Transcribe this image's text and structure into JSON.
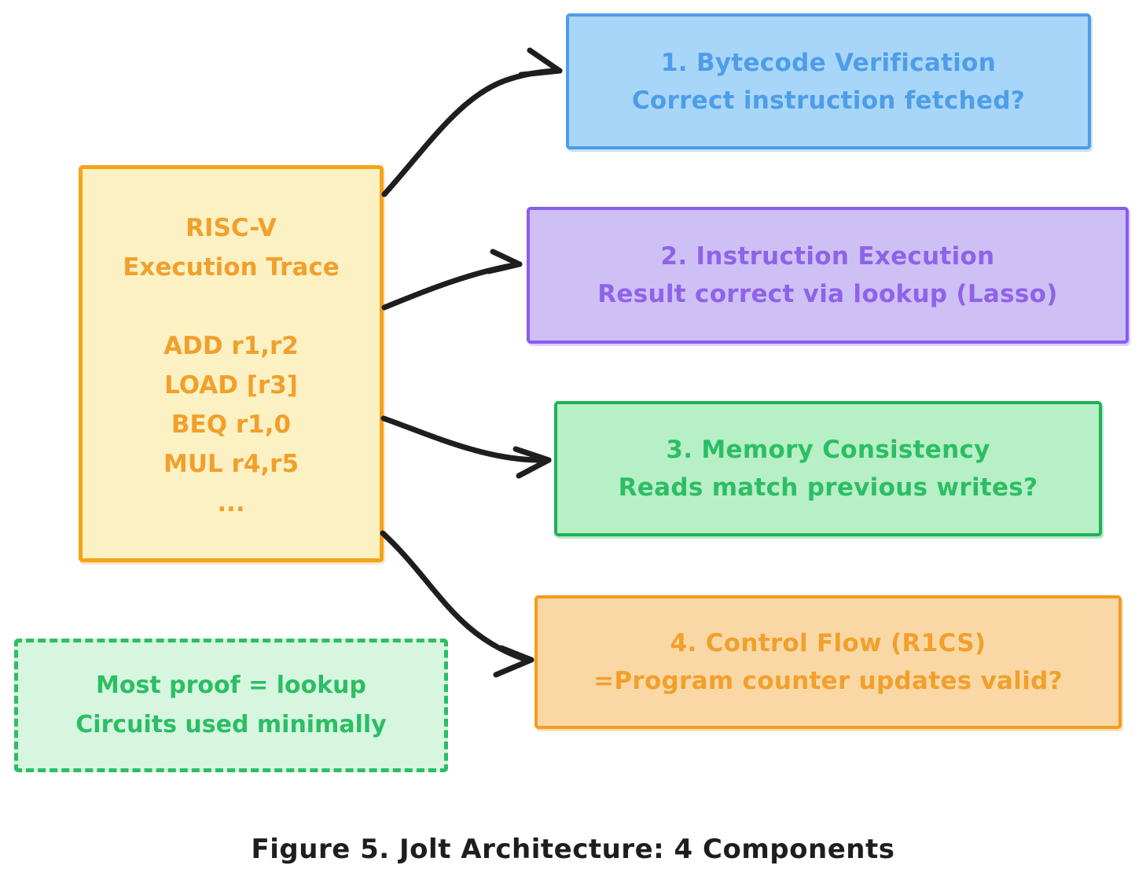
{
  "figure": {
    "caption": "Figure 5. Jolt Architecture: 4 Components"
  },
  "colors": {
    "background": "#FFFFFF",
    "ink": "#1E1E1E"
  },
  "trace_box": {
    "title_line1": "RISC-V",
    "title_line2": "Execution Trace",
    "instructions": [
      "ADD r1,r2",
      "LOAD [r3]",
      "BEQ r1,0",
      "MUL r4,r5",
      "..."
    ],
    "fill": "#FCF1C3",
    "border": "#F5A318",
    "text": "#F1A02B"
  },
  "components": [
    {
      "title": "1. Bytecode Verification",
      "subtitle": "Correct instruction fetched?",
      "fill": "#A8D6F8",
      "border": "#4D9DE8",
      "text": "#4D9DE8"
    },
    {
      "title": "2. Instruction Execution",
      "subtitle": "Result correct via lookup (Lasso)",
      "fill": "#CEC0F4",
      "border": "#8A5BF0",
      "text": "#8E63E9"
    },
    {
      "title": "3. Memory Consistency",
      "subtitle": "Reads match previous writes?",
      "fill": "#B7EFC6",
      "border": "#1FB159",
      "text": "#2CBE64"
    },
    {
      "title": "4. Control Flow (R1CS)",
      "subtitle": "=Program counter updates valid?",
      "fill": "#FAD8A6",
      "border": "#F19D1F",
      "text": "#F1A02B"
    }
  ],
  "note_box": {
    "line1": "Most proof = lookup",
    "line2": "Circuits used minimally",
    "fill": "#D7F6DF",
    "border": "#2BBE64",
    "text": "#2BBE64"
  },
  "connections": [
    {
      "from": "risc-v-execution-trace",
      "to": "bytecode-verification"
    },
    {
      "from": "risc-v-execution-trace",
      "to": "instruction-execution"
    },
    {
      "from": "risc-v-execution-trace",
      "to": "memory-consistency"
    },
    {
      "from": "risc-v-execution-trace",
      "to": "control-flow-r1cs"
    }
  ]
}
